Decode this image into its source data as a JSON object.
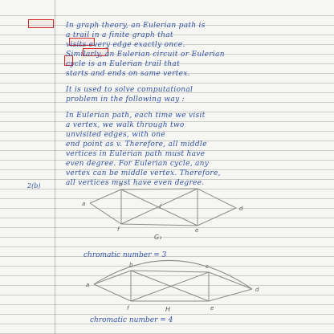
{
  "page": {
    "para1": [
      "In graph theory, an Eulerian path is",
      "a trail in a finite graph that",
      "visits every edge exactly once.",
      "Similarly, an Eulerian circuit or Eulerian",
      "cycle is an Eulerian trail that",
      "starts and ends on same vertex."
    ],
    "para2": [
      "It is used to solve computational",
      "problem in the following way :"
    ],
    "para3": [
      "In Eulerian path, each time we visit",
      "a vertex, we walk through two",
      "unvisited edges, with one",
      "end point as v. Therefore, all middle",
      "vertices in Eulerian path must have",
      "even degree. For Eulerian cycle, any",
      "vertex can be middle vertex. Therefore,",
      "all vertices must have even degree."
    ],
    "question_label": "2(b)",
    "graph1": {
      "vertex_labels": [
        "a",
        "b",
        "j",
        "d",
        "f",
        "e"
      ],
      "caption": "G₁",
      "chromatic": "chromatic number = 3"
    },
    "graph2": {
      "vertex_labels": [
        "a",
        "b",
        "c",
        "d",
        "f",
        "e"
      ],
      "caption": "H",
      "chromatic": "chromatic number = 4"
    },
    "annotation_color": "#d12828",
    "ink_color": "#2e4fa3"
  }
}
